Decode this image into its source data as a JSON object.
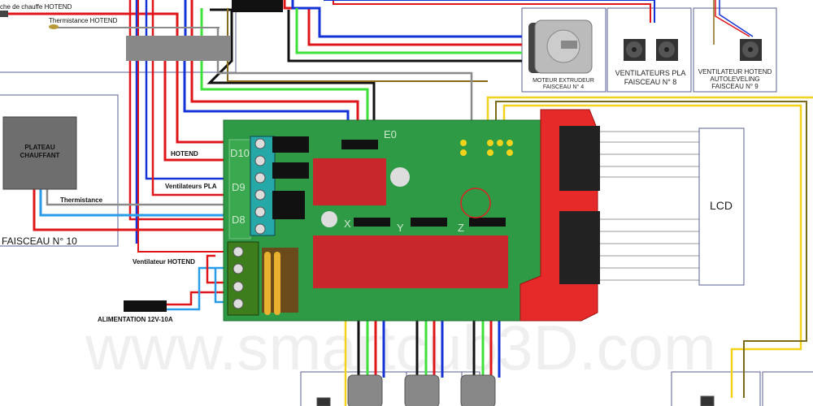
{
  "labels": {
    "heater_hotend": "che de chauffe HOTEND",
    "thermistor_hotend": "Thermistance HOTEND",
    "heated_bed_line1": "PLATEAU",
    "heated_bed_line2": "CHAUFFANT",
    "hotend": "HOTEND",
    "fans_pla": "Ventilateurs PLA",
    "thermistor_bed": "Thermistance",
    "harness_10": "FAISCEAU N° 10",
    "fan_hotend": "Ventilateur HOTEND",
    "power_supply": "ALIMENTATION 12V-10A",
    "lcd": "LCD",
    "watermark": "www.smartcub3D.com"
  },
  "components": {
    "extruder_motor": {
      "line1": "MOTEUR EXTRUDEUR",
      "line2": "FAISCEAU N° 4"
    },
    "pla_fans": {
      "line1": "VENTILATEURS PLA",
      "line2": "FAISCEAU N° 8"
    },
    "hotend_fan": {
      "line1": "VENTILATEUR HOTEND",
      "line2": "AUTOLEVELING",
      "line3": "FAISCEAU N° 9"
    }
  },
  "board": {
    "d10": "D10",
    "d9": "D9",
    "d8": "D8",
    "x": "X",
    "y": "Y",
    "z": "Z",
    "e0": "E0"
  },
  "colors": {
    "board_green": "#2e9a45",
    "driver_red": "#c8282b",
    "wire_red": "#e0151a",
    "wire_blue": "#1433d6",
    "wire_lightblue": "#2a9be8",
    "wire_green": "#3ee03a",
    "wire_gray": "#8a8a8a",
    "wire_yellow": "#f2d21a",
    "frame": "#5a5f96"
  }
}
